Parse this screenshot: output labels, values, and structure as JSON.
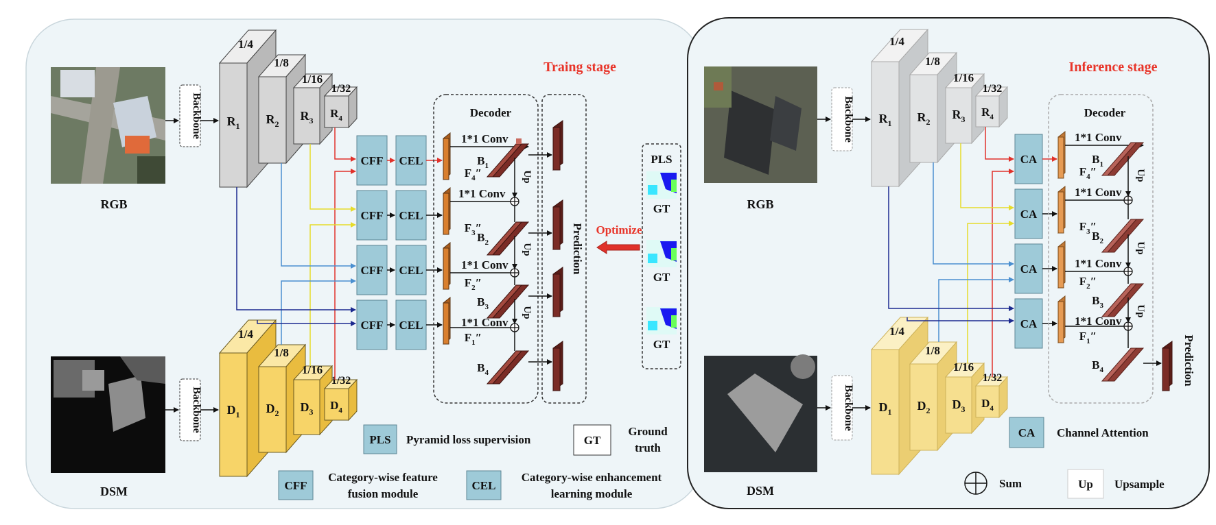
{
  "train": {
    "title": "Traing stage",
    "rgb_label": "RGB",
    "dsm_label": "DSM",
    "backbone_label": "Backbone",
    "scales": [
      "1/4",
      "1/8",
      "1/16",
      "1/32"
    ],
    "rgb_feats": [
      "R",
      "R",
      "R",
      "R"
    ],
    "dsm_feats": [
      "D",
      "D",
      "D",
      "D"
    ],
    "subs": [
      "1",
      "2",
      "3",
      "4"
    ],
    "cff_label": "CFF",
    "cel_label": "CEL",
    "decoder_title": "Decoder",
    "conv_label": "1*1 Conv",
    "up_label": "Up",
    "f_labels": [
      "F",
      "F",
      "F",
      "F"
    ],
    "f_subs": [
      "4",
      "3",
      "2",
      "1"
    ],
    "prime": "″",
    "b_labels": [
      "B",
      "B",
      "B",
      "B"
    ],
    "prediction_label": "Prediction",
    "optimize_label": "Optimize",
    "pls_label": "PLS",
    "gt_label": "GT"
  },
  "legend": {
    "pls_box": "PLS",
    "pls_text": "Pyramid loss supervision",
    "gt_box": "GT",
    "gt_text_1": "Ground",
    "gt_text_2": "truth",
    "cff_box": "CFF",
    "cff_text_1": "Category-wise feature",
    "cff_text_2": "fusion module",
    "cel_box": "CEL",
    "cel_text_1": "Category-wise enhancement",
    "cel_text_2": "learning module",
    "ca_box": "CA",
    "ca_text": "Channel Attention",
    "sum_text": "Sum",
    "up_box": "Up",
    "up_text": "Upsample"
  },
  "infer": {
    "title": "Inference stage",
    "rgb_label": "RGB",
    "dsm_label": "DSM",
    "backbone_label": "Backbone",
    "ca_label": "CA",
    "decoder_title": "Decoder",
    "prediction_label": "Prediction"
  },
  "colors": {
    "panel_bg": "#eef5f8",
    "block_blue": "#9ecad8",
    "gray_face": "#d6d6d6",
    "yellow_face": "#f7d468",
    "orange": "#d97f2e",
    "brown": "#7b2c26",
    "title_red": "#e8352a",
    "arrow_red": "#e0312a",
    "arrow_yellow": "#f4ee4a",
    "arrow_blue": "#4a8fd0",
    "arrow_navy": "#1c2a8f"
  }
}
